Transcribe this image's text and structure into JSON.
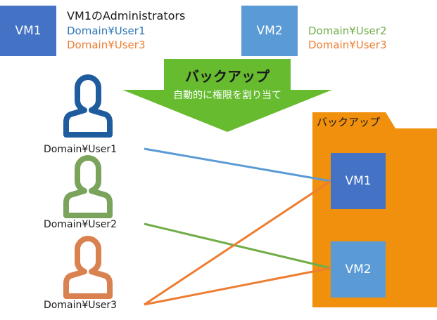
{
  "top": {
    "vm1_box": "VM1",
    "vm1_title": "VM1のAdministrators",
    "vm1_users": [
      "Domain¥User1",
      "Domain¥User3"
    ],
    "vm2_box": "VM2",
    "vm2_users": [
      "Domain¥User2",
      "Domain¥User3"
    ]
  },
  "arrow": {
    "title": "バックアップ",
    "subtitle": "自動的に権限を割り当て"
  },
  "users": [
    {
      "label": "Domain¥User1",
      "icon": "person-icon",
      "color": "#1f5c9e"
    },
    {
      "label": "Domain¥User2",
      "icon": "person-icon",
      "color": "#7aa35c"
    },
    {
      "label": "Domain¥User3",
      "icon": "person-icon",
      "color": "#d9814f"
    }
  ],
  "folder": {
    "tab_label": "バックアップ",
    "vm1": "VM1",
    "vm2": "VM2"
  },
  "colors": {
    "vm1_blue": "#4472c4",
    "vm2_blue": "#5b9bd5",
    "orange": "#f0900c",
    "green_arrow": "#66bb2f",
    "user1_text": "#2e75b6",
    "user2_text": "#70ad47",
    "user3_text": "#ed7d31"
  }
}
